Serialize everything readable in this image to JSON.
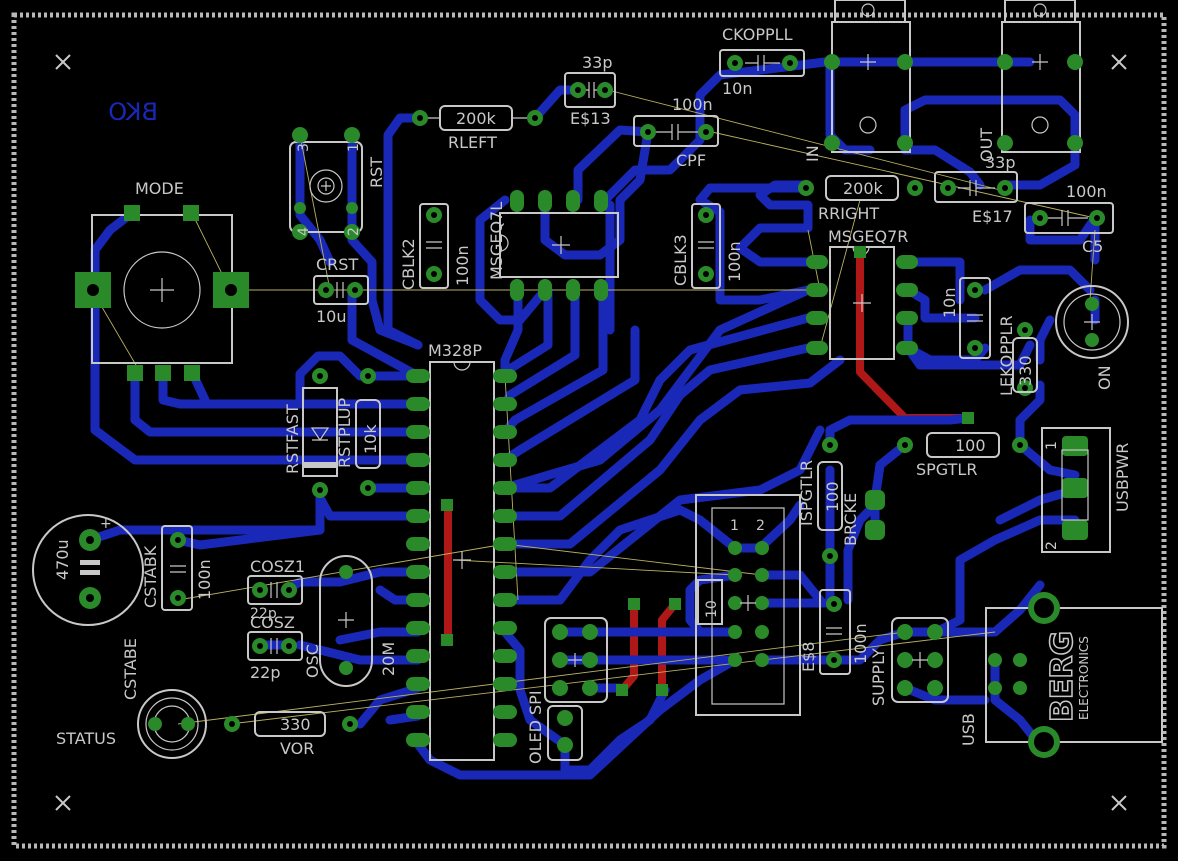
{
  "board": {
    "mirror_text": "BKO",
    "colors": {
      "background": "#000000",
      "top_copper": "#1a28b8",
      "bottom_copper": "#b01818",
      "pads": "#2a8a2a",
      "silkscreen": "#c8c8c8",
      "airwire": "#b8b060",
      "board_outline": "#c0c0c0"
    }
  },
  "components": {
    "ckoppll": {
      "name": "CKOPPLL",
      "value": "10n"
    },
    "c33_top": {
      "name": "E$13",
      "value": "33p"
    },
    "rleft": {
      "name": "RLEFT",
      "value": "200k"
    },
    "cpf": {
      "name": "CPF",
      "value": "100n"
    },
    "in_label": "IN",
    "out_label": "OUT",
    "rst": {
      "name": "RST",
      "pin_labels": [
        "3",
        "4",
        "2",
        "1"
      ]
    },
    "mode": {
      "name": "MODE"
    },
    "cblk2": {
      "name": "CBLK2",
      "value": "100n"
    },
    "msgeq7l": {
      "name": "MSGEQ7L"
    },
    "cblk3": {
      "name": "CBLK3",
      "value": "100n"
    },
    "rright": {
      "name": "RRIGHT",
      "value": "200k"
    },
    "e17": {
      "name": "E$17",
      "value": "33p"
    },
    "c5": {
      "name": "C5",
      "value": "100n"
    },
    "msgeq7r": {
      "name": "MSGEQ7R"
    },
    "crst": {
      "name": "CRST",
      "value": "10u"
    },
    "lekoppl": {
      "name": "LEKOPPLR",
      "value": "10n"
    },
    "r330_right": {
      "value": "330"
    },
    "on_led": {
      "name": "ON"
    },
    "m328p": {
      "name": "M328P"
    },
    "rstfast": {
      "name": "RSTFAST"
    },
    "rstplup": {
      "name": "RSTPLUP",
      "value": "10k"
    },
    "spgtlr": {
      "name": "SPGTLR",
      "value": "100"
    },
    "isp_gtlr": {
      "name": "ISPGTLR",
      "value": "100"
    },
    "brcke": {
      "name": "BRCKE"
    },
    "usbpwr": {
      "name": "USBPWR",
      "pins": [
        "1",
        "2"
      ]
    },
    "cstabe": {
      "name": "CSTABE",
      "value": "470u",
      "plus": "+"
    },
    "cstabk": {
      "name": "CSTABK",
      "value": "100n"
    },
    "cosz1": {
      "name": "COSZ1",
      "value": "22p"
    },
    "cosz2": {
      "name": "COSZ",
      "value": "22p"
    },
    "osc": {
      "name": "OSC",
      "value": "20M"
    },
    "isp_header": {
      "pins": [
        "1",
        "2"
      ],
      "label": "10"
    },
    "e8": {
      "name": "E$8",
      "value": "100n"
    },
    "supply": {
      "name": "SUPPLY"
    },
    "oled_spi": {
      "name": "OLED SPI"
    },
    "status_led": {
      "name": "STATUS"
    },
    "vor": {
      "name": "VOR",
      "value": "330"
    },
    "usb": {
      "name": "USB",
      "logo": "BERG",
      "logo_sub": "ELECTRONICS"
    }
  }
}
